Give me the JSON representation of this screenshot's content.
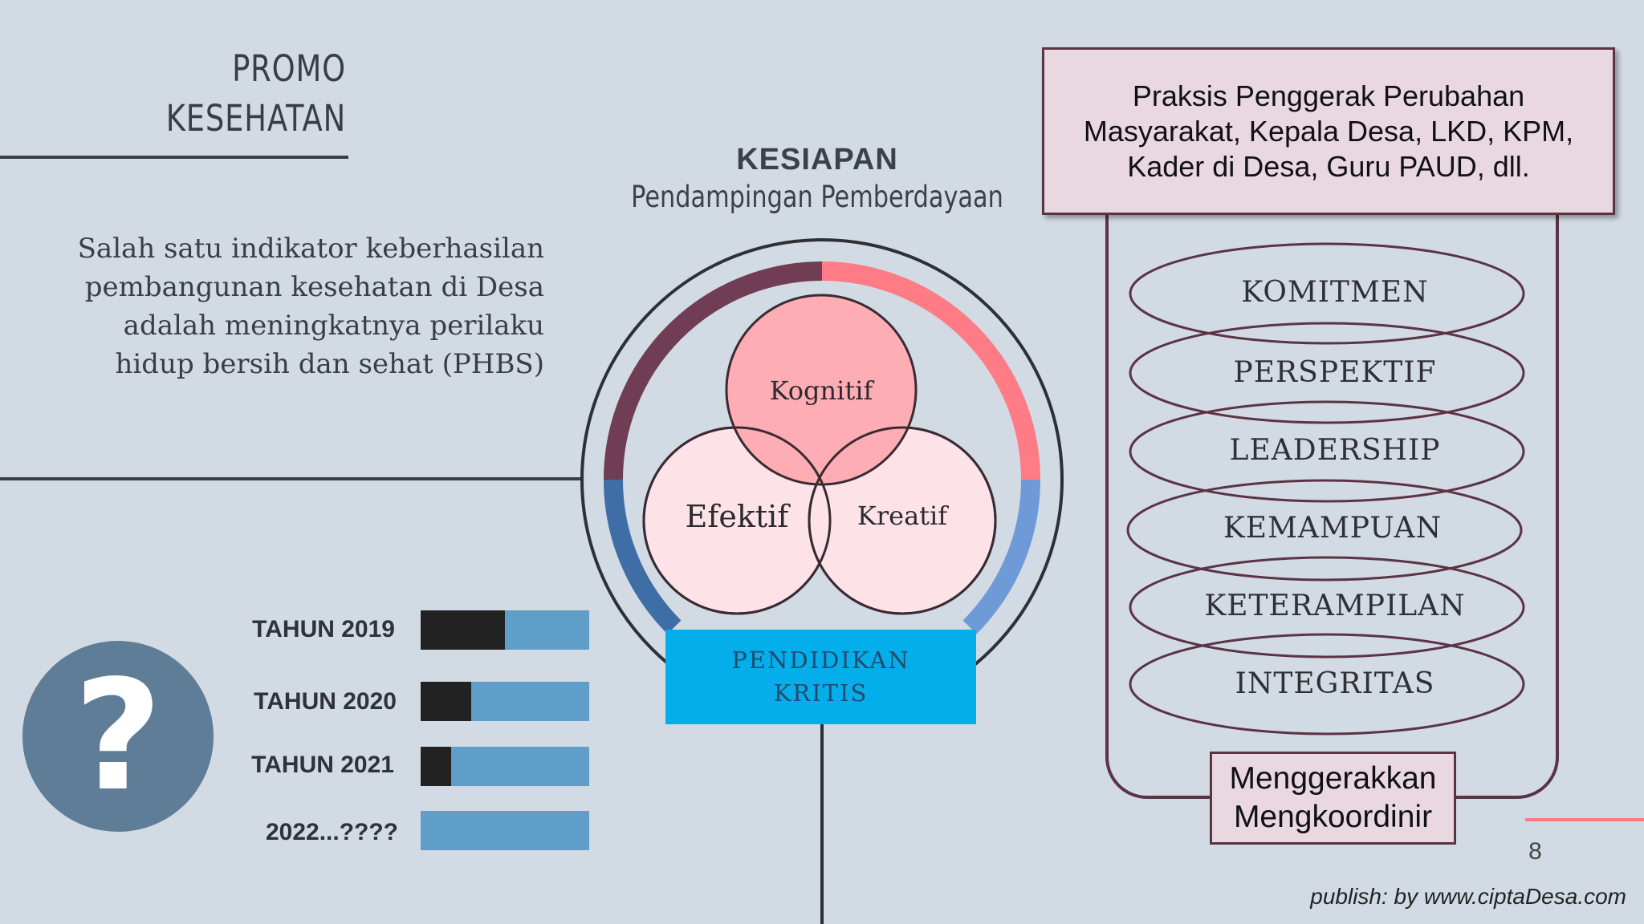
{
  "promo": {
    "line1": "PROMO",
    "line2": "KESEHATAN"
  },
  "description": {
    "line1": "Salah satu indikator keberhasilan",
    "line2": "pembangunan kesehatan di Desa",
    "line3": "adalah meningkatnya perilaku",
    "line4": "hidup bersih dan sehat (PHBS)"
  },
  "kesiapan": {
    "title": "KESIAPAN",
    "subtitle": "Pendampingan Pemberdayaan"
  },
  "venn": {
    "top": "Kognitif",
    "left": "Efektif",
    "right": "Kreatif"
  },
  "pendidikan": {
    "line1": "PENDIDIKAN",
    "line2": "KRITIS"
  },
  "years": [
    {
      "label": "TAHUN 2019",
      "progress": 0.5
    },
    {
      "label": "TAHUN 2020",
      "progress": 0.3
    },
    {
      "label": "TAHUN 2021",
      "progress": 0.18
    },
    {
      "label": "2022...????",
      "progress": 0
    }
  ],
  "question_icon": "question-mark-icon",
  "praksis": {
    "line1": "Praksis Penggerak Perubahan",
    "line2": "Masyarakat, Kepala Desa, LKD, KPM,",
    "line3": "Kader di Desa, Guru PAUD, dll."
  },
  "traits": [
    "KOMITMEN",
    "PERSPEKTIF",
    "LEADERSHIP",
    "KEMAMPUAN",
    "KETERAMPILAN",
    "INTEGRITAS"
  ],
  "menggerakkan": {
    "line1": "Menggerakkan",
    "line2": "Mengkoordinir"
  },
  "page_number": "8",
  "publish": "publish: by www.ciptaDesa.com",
  "colors": {
    "background": "#d2dbe3",
    "maroon": "#5b3344",
    "pink": "#ff7b85",
    "blue_bar": "#5f9ec9",
    "cyan_box": "#04aeea",
    "pink_box": "#ead8e0"
  }
}
